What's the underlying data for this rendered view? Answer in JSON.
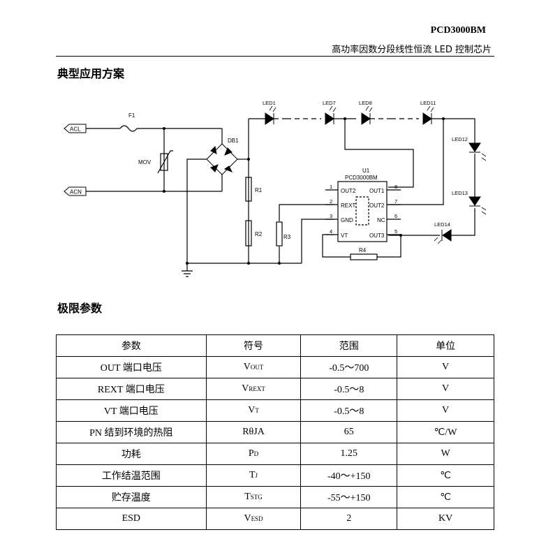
{
  "header": {
    "part_number": "PCD3000BM",
    "subtitle": "高功率因数分段线性恒流 LED 控制芯片"
  },
  "sections": {
    "application": "典型应用方案",
    "limits": "极限参数"
  },
  "schematic": {
    "nets": {
      "acl": "ACL",
      "acn": "ACN"
    },
    "parts": {
      "fuse": "F1",
      "mov": "MOV",
      "bridge": "DB1",
      "r1": "R1",
      "r2": "R2",
      "r3": "R3",
      "r4": "R4",
      "ic_ref": "U1",
      "ic_name": "PCD3000BM"
    },
    "leds": [
      "LED1",
      "LED7",
      "LED8",
      "LED11",
      "LED12",
      "LED13",
      "LED14"
    ],
    "pins_left": [
      {
        "num": "1",
        "name": "OUT2"
      },
      {
        "num": "2",
        "name": "REXT"
      },
      {
        "num": "3",
        "name": "GND"
      },
      {
        "num": "4",
        "name": "VT"
      }
    ],
    "pins_right": [
      {
        "num": "8",
        "name": "OUT1"
      },
      {
        "num": "7",
        "name": "OUT2"
      },
      {
        "num": "6",
        "name": "NC"
      },
      {
        "num": "5",
        "name": "OUT3"
      }
    ]
  },
  "limits_table": {
    "headers": [
      "参数",
      "符号",
      "范围",
      "单位"
    ],
    "rows": [
      {
        "param": "OUT 端口电压",
        "sym": "V",
        "sub": "OUT",
        "range": "-0.5～700",
        "unit": "V"
      },
      {
        "param": "REXT 端口电压",
        "sym": "V",
        "sub": "REXT",
        "range": "-0.5～8",
        "unit": "V"
      },
      {
        "param": "VT 端口电压",
        "sym": "V",
        "sub": "T",
        "range": "-0.5～8",
        "unit": "V"
      },
      {
        "param": "PN 结到环境的热阻",
        "sym": "RθJA",
        "sub": "",
        "range": "65",
        "unit": "℃/W"
      },
      {
        "param": "功耗",
        "sym": "P",
        "sub": "D",
        "range": "1.25",
        "unit": "W"
      },
      {
        "param": "工作结温范围",
        "sym": "T",
        "sub": "J",
        "range": "-40～+150",
        "unit": "℃"
      },
      {
        "param": "贮存温度",
        "sym": "T",
        "sub": "STG",
        "range": "-55～+150",
        "unit": "℃"
      },
      {
        "param": "ESD",
        "sym": "V",
        "sub": "ESD",
        "range": "2",
        "unit": "KV"
      }
    ]
  }
}
